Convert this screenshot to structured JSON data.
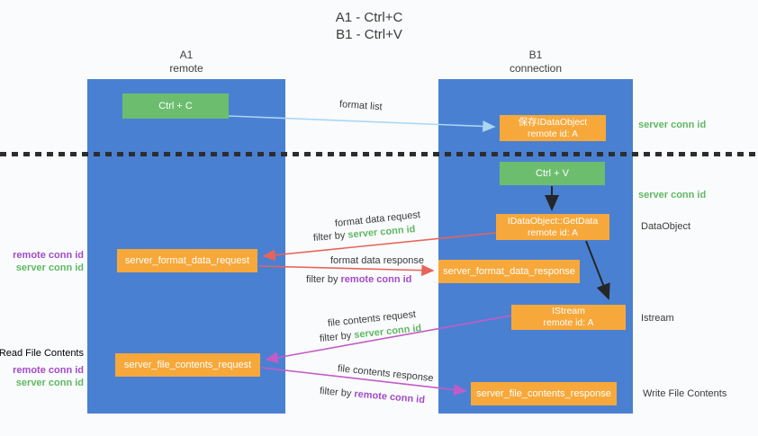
{
  "title": {
    "line1": "A1 - Ctrl+C",
    "line2": "B1 - Ctrl+V"
  },
  "columns": {
    "left": {
      "name": "A1",
      "subtitle": "remote"
    },
    "right": {
      "name": "B1",
      "subtitle": "connection"
    }
  },
  "nodes": {
    "ctrl_c": {
      "label": "Ctrl + C"
    },
    "save_dataobject": {
      "line1": "保存IDataObject",
      "line2": "remote id: A"
    },
    "ctrl_v": {
      "label": "Ctrl + V"
    },
    "getdata": {
      "line1": "IDataObject::GetData",
      "line2": "remote id: A"
    },
    "format_request": {
      "label": "server_format_data_request"
    },
    "format_response": {
      "label": "server_format_data_response"
    },
    "istream": {
      "line1": "IStream",
      "line2": "remote id: A"
    },
    "file_request": {
      "label": "server_file_contents_request"
    },
    "file_response": {
      "label": "server_file_contents_response"
    }
  },
  "labels": {
    "format_list": "format list",
    "format_data_request": "format data request",
    "format_data_response": "format data response",
    "file_contents_request": "file contents request",
    "file_contents_response": "file contents response",
    "filter_by": "filter by",
    "server_conn_id": "server conn id",
    "remote_conn_id": "remote conn id",
    "dataobject": "DataObject",
    "istream": "Istream",
    "read_file_contents": "Read File Contents",
    "write_file_contents": "Write File Contents"
  },
  "colors": {
    "column_blue": "#4a80d2",
    "node_green": "#6cbe6e",
    "node_orange": "#f7a83a",
    "arrow_red": "#e8635b",
    "arrow_magenta": "#c35bc7",
    "arrow_light_blue": "#a9d7f3",
    "arrow_black": "#262626",
    "text_green": "#5fb863",
    "text_purple": "#a24bc8"
  }
}
